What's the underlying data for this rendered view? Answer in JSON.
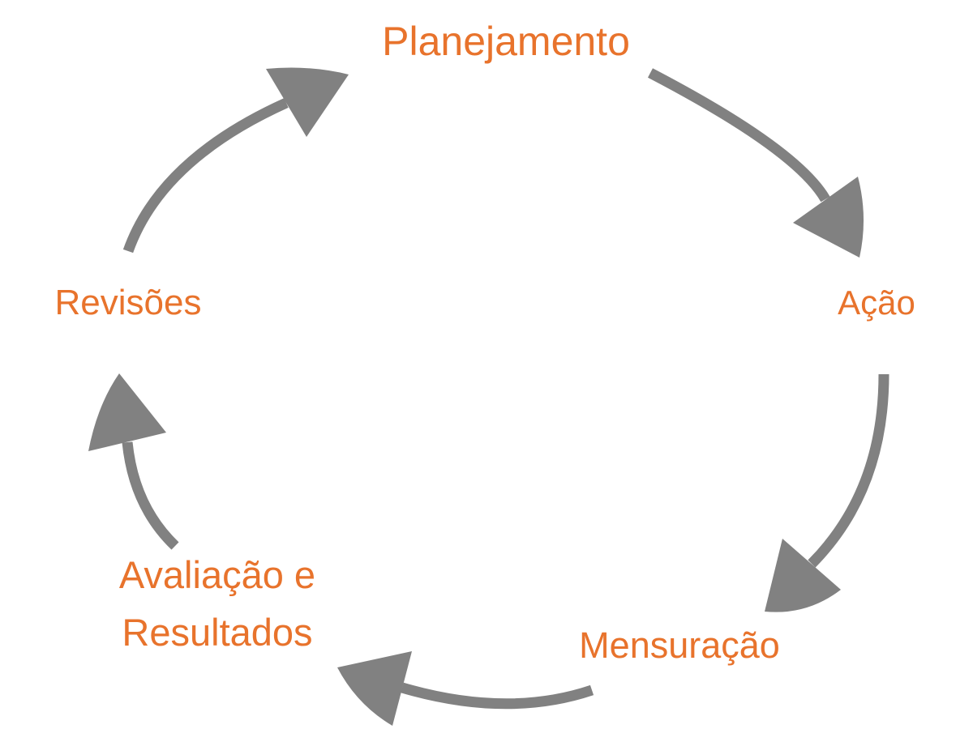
{
  "diagram": {
    "type": "cycle",
    "direction": "clockwise",
    "colors": {
      "accent_text": "#E8732C",
      "arrow_gray": "#818181",
      "background": "#FFFFFF"
    },
    "steps": [
      {
        "id": "planejamento",
        "label": "Planejamento"
      },
      {
        "id": "acao",
        "label": "Ação"
      },
      {
        "id": "mensuracao",
        "label": "Mensuração"
      },
      {
        "id": "avaliacao-resultados",
        "label": "Avaliação e Resultados"
      },
      {
        "id": "revisoes",
        "label": "Revisões"
      }
    ],
    "connections": [
      {
        "from": "Planejamento",
        "to": "Ação"
      },
      {
        "from": "Ação",
        "to": "Mensuração"
      },
      {
        "from": "Mensuração",
        "to": "Avaliação e Resultados"
      },
      {
        "from": "Avaliação e Resultados",
        "to": "Revisões"
      },
      {
        "from": "Revisões",
        "to": "Planejamento"
      }
    ]
  }
}
